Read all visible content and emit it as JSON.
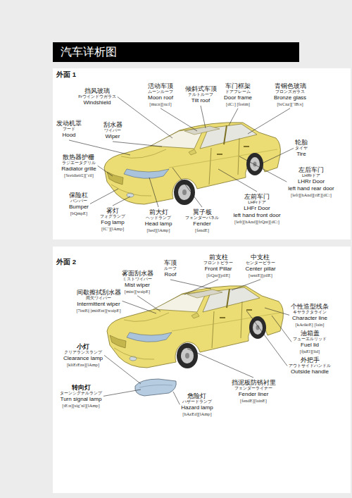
{
  "diagram": {
    "title": "汽车详析图",
    "labels": [
      "外面 1",
      "挡风玻璃",
      "Frウインドウガラス",
      "Windshield",
      "活动车顶",
      "ムーンルーフ",
      "Moon roof",
      "[mu:n][ru:f]",
      "倾斜式车顶",
      "チルトルーフ",
      "Tilt roof",
      "车门框架",
      "ドアフレーム",
      "Door frame",
      "[dC:] [freim]",
      "青铜色玻璃",
      "ブロンズガラス",
      "Bronze glass",
      "[brCnz][`lB:s]",
      "发动机罩",
      "フード",
      "Hood",
      "刮水器",
      "ワイパー",
      "Wiper",
      "散热器护栅",
      "ラジエータグリル",
      "Radiator grille",
      "[Sreidieit£][`ril]",
      "轮胎",
      "タイヤ",
      "Tire",
      "左后车门",
      "LHRrドア",
      "LHRr Door",
      "left hand rear door",
      "[left][hAnd][riE][dC:]",
      "保险杠",
      "バンパー",
      "Bumper",
      "[bQmpE]",
      "雾灯",
      "フォグランプ",
      "Fog lamp",
      "[fC`][lAmp]",
      "前大灯",
      "ヘッドランプ",
      "Head lamp",
      "[hed][lAmp]",
      "翼子板",
      "フェンダーパネル",
      "Fender",
      "[fendE]",
      "左前车门",
      "LHFrドア",
      "LHFr Door",
      "left hand front door",
      "[left][hAnd][frQnt][dC:]",
      "外面 2",
      "车顶",
      "ルーフ",
      "Roof",
      "前支柱",
      "フロントピラー",
      "Front Pillar",
      "[frQnt][pilE]",
      "中支柱",
      "センターピラー",
      "Center pillar",
      "[sentE][pilE]",
      "雾面刮水器",
      "ミストワイパー",
      "Mist wiper",
      "[mist][waipE]",
      "间歇擦拭刮水器",
      "间欠ワイパー",
      "Intermittent wiper",
      "[7intE(:)mitEnt][waipE]",
      "个性造型线条",
      "キヤラクタライン",
      "Character line",
      "[kAriktE] [lain]",
      "油箱盖",
      "フューエルリッド",
      "Fuel lid",
      "[fjuEl][lid]",
      "外把手",
      "アウトサイドハンドル",
      "Outside handle",
      "小灯",
      "クリアランスランプ",
      "Clearance lamp",
      "[kliErEns][lAmp]",
      "转向灯",
      "ターンシグナルランプ",
      "Turn signal lamp",
      "[tE:n][sig`nl][lAmp]",
      "危险灯",
      "ハザードランプ",
      "Hazard lamp",
      "[hAzEd][lAmp]",
      "挡泥板防锈衬里",
      "フェンダーライナー",
      "Fender liner",
      "[fendE][lainE]"
    ]
  }
}
